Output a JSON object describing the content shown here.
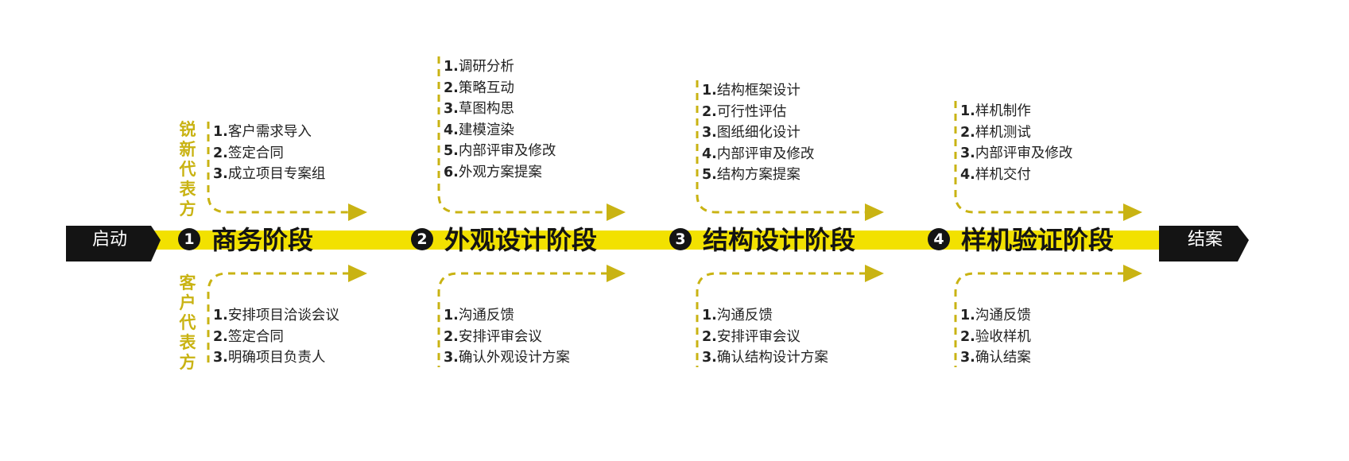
{
  "colors": {
    "band": "#f2e100",
    "accent": "#c9b313",
    "dark": "#141414",
    "text": "#222222"
  },
  "start": {
    "label": "启动"
  },
  "end": {
    "label": "结案"
  },
  "side_labels": {
    "top": "锐新代表方",
    "bottom": "客户代表方"
  },
  "phases": [
    {
      "num": "1",
      "title": "商务阶段",
      "top_items": [
        {
          "n": "1.",
          "t": "客户需求导入"
        },
        {
          "n": "2.",
          "t": "签定合同"
        },
        {
          "n": "3.",
          "t": "成立项目专案组"
        }
      ],
      "bottom_items": [
        {
          "n": "1.",
          "t": "安排项目洽谈会议"
        },
        {
          "n": "2.",
          "t": "签定合同"
        },
        {
          "n": "3.",
          "t": "明确项目负责人"
        }
      ]
    },
    {
      "num": "2",
      "title": "外观设计阶段",
      "top_items": [
        {
          "n": "1.",
          "t": "调研分析"
        },
        {
          "n": "2.",
          "t": "策略互动"
        },
        {
          "n": "3.",
          "t": "草图构思"
        },
        {
          "n": "4.",
          "t": "建模渲染"
        },
        {
          "n": "5.",
          "t": "内部评审及修改"
        },
        {
          "n": "6.",
          "t": "外观方案提案"
        }
      ],
      "bottom_items": [
        {
          "n": "1.",
          "t": "沟通反馈"
        },
        {
          "n": "2.",
          "t": "安排评审会议"
        },
        {
          "n": "3.",
          "t": "确认外观设计方案"
        }
      ]
    },
    {
      "num": "3",
      "title": "结构设计阶段",
      "top_items": [
        {
          "n": "1.",
          "t": "结构框架设计"
        },
        {
          "n": "2.",
          "t": "可行性评估"
        },
        {
          "n": "3.",
          "t": "图纸细化设计"
        },
        {
          "n": "4.",
          "t": "内部评审及修改"
        },
        {
          "n": "5.",
          "t": "结构方案提案"
        }
      ],
      "bottom_items": [
        {
          "n": "1.",
          "t": "沟通反馈"
        },
        {
          "n": "2.",
          "t": "安排评审会议"
        },
        {
          "n": "3.",
          "t": "确认结构设计方案"
        }
      ]
    },
    {
      "num": "4",
      "title": "样机验证阶段",
      "top_items": [
        {
          "n": "1.",
          "t": "样机制作"
        },
        {
          "n": "2.",
          "t": "样机测试"
        },
        {
          "n": "3.",
          "t": "内部评审及修改"
        },
        {
          "n": "4.",
          "t": "样机交付"
        }
      ],
      "bottom_items": [
        {
          "n": "1.",
          "t": "沟通反馈"
        },
        {
          "n": "2.",
          "t": "验收样机"
        },
        {
          "n": "3.",
          "t": "确认结案"
        }
      ]
    }
  ]
}
